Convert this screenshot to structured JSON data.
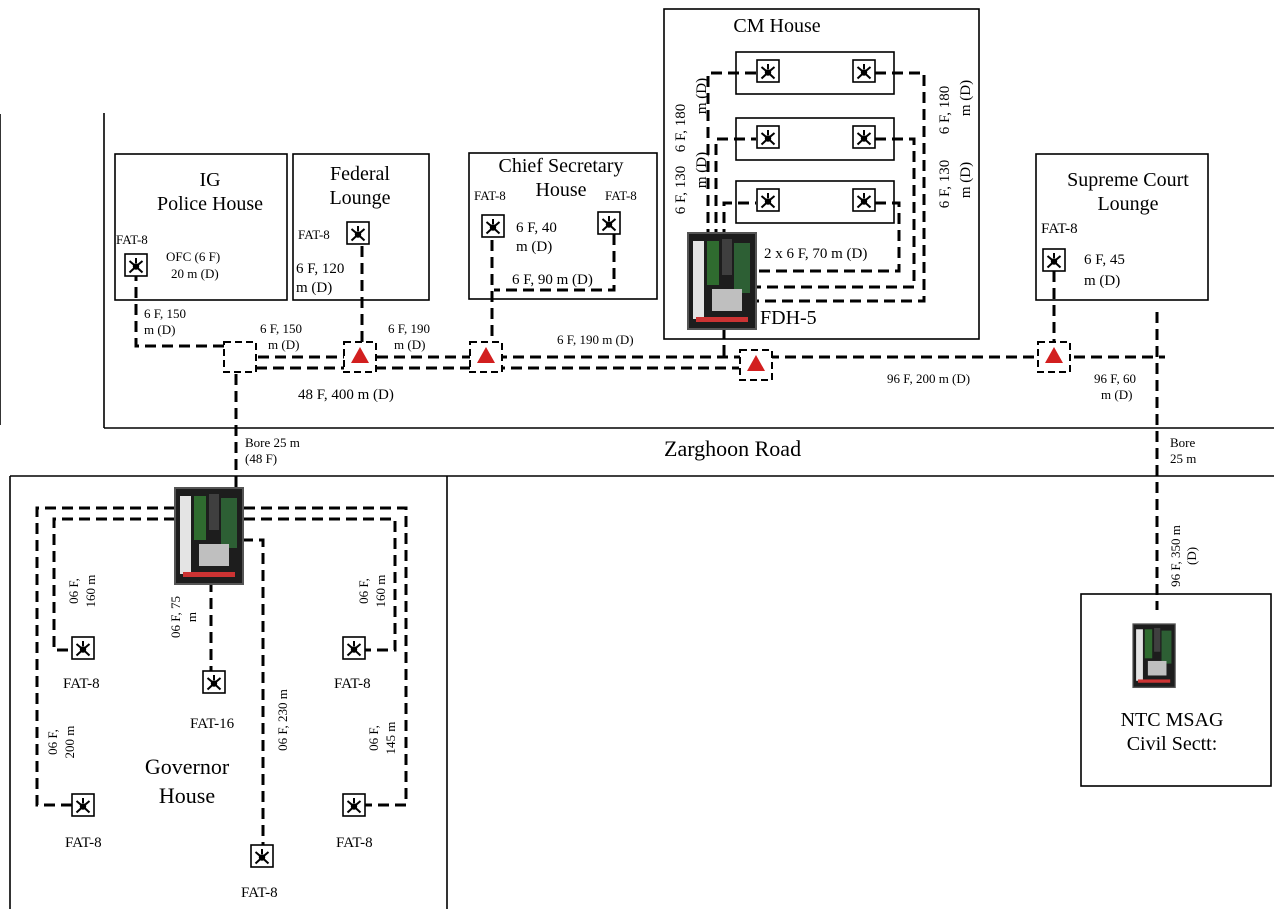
{
  "houses": {
    "cm": "CM House",
    "ig": [
      "IG",
      "Police House"
    ],
    "federal": [
      "Federal",
      "Lounge"
    ],
    "chief": [
      "Chief Secretary",
      "House"
    ],
    "supreme": [
      "Supreme Court",
      "Lounge"
    ],
    "governor": [
      "Governor",
      "House"
    ],
    "ntc": [
      "NTC MSAG",
      "Civil Sectt:"
    ]
  },
  "road": "Zarghoon Road",
  "equipment": {
    "fdh": "FDH-5",
    "fat8": "FAT-8",
    "fat16": "FAT-16"
  },
  "cables": {
    "ig_ofc": [
      "OFC (6 F)",
      "20 m (D)"
    ],
    "ig_drop": [
      "6 F, 150",
      "m (D)"
    ],
    "fed_drop": [
      "6 F, 120",
      "m (D)"
    ],
    "seg_150": [
      "6 F, 150",
      "m (D)"
    ],
    "seg_190": [
      "6 F, 190",
      "m (D)"
    ],
    "chief_40": [
      "6 F, 40",
      "m (D)"
    ],
    "chief_90": "6 F, 90 m (D)",
    "road_190": "6 F, 190 m (D)",
    "trunk_48": "48 F,  400 m (D)",
    "trunk_96": "96 F, 200 m (D)",
    "trunk_96_60": [
      "96 F, 60",
      "m (D)"
    ],
    "cm_2x": "2 x 6 F, 70 m (D)",
    "cm_l180": [
      "6 F, 180",
      "m (D)"
    ],
    "cm_l130": [
      "6 F, 130",
      "m (D)"
    ],
    "cm_r180": [
      "6 F, 180",
      "m (D)"
    ],
    "cm_r130": [
      "6 F, 130",
      "m (D)"
    ],
    "sc_45": [
      "6 F,  45",
      "m (D)"
    ],
    "bore_48": [
      "Bore 25 m",
      "(48 F)"
    ],
    "bore_25": [
      "Bore",
      "25 m"
    ],
    "ntc_350": [
      "96 F, 350 m",
      "(D)"
    ],
    "gov_l160": [
      "06 F,",
      "160 m"
    ],
    "gov_l200": [
      "06 F,",
      "200  m"
    ],
    "gov_75": [
      "06 F, 75",
      "m"
    ],
    "gov_230": "06 F, 230  m",
    "gov_r160": [
      "06 F,",
      "160  m"
    ],
    "gov_r145": [
      "06 F,",
      "145  m"
    ]
  }
}
